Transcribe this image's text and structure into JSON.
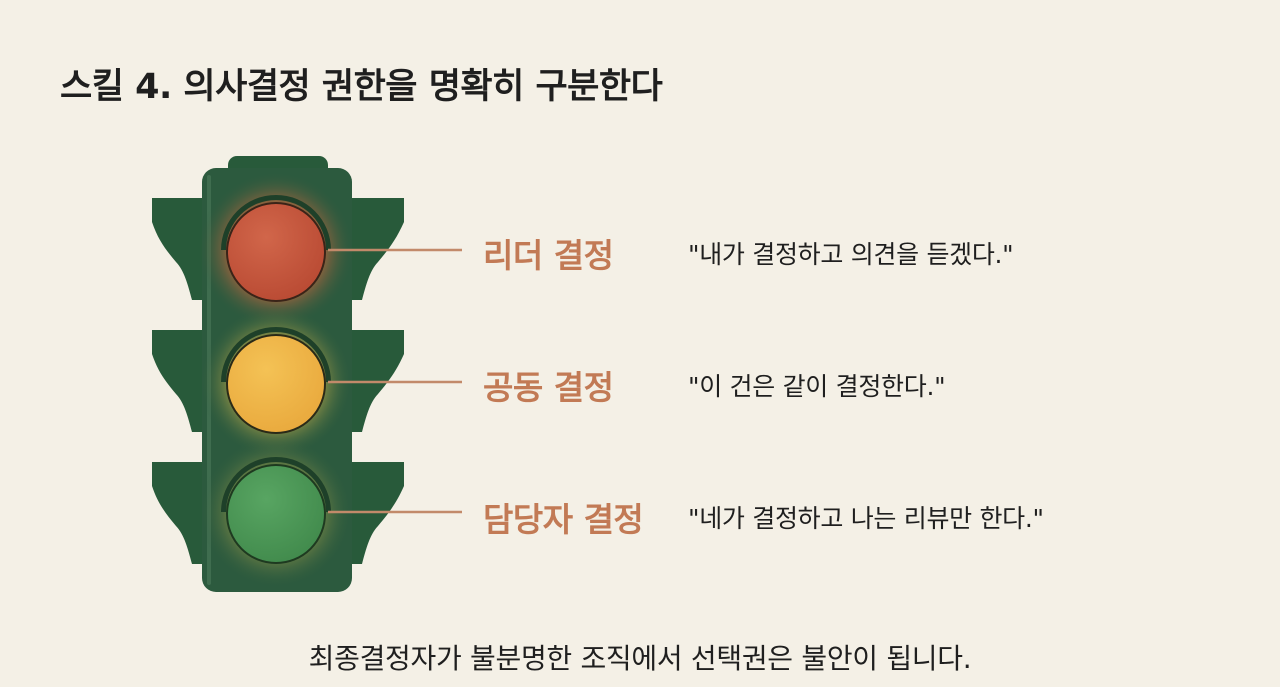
{
  "title": "스킬 4. 의사결정 권한을 명확히 구분한다",
  "colors": {
    "background": "#f4f0e6",
    "housing": "#2c5a3e",
    "housing_dark": "#1e4029",
    "red_light": "#c8573d",
    "yellow_light": "#f0b84a",
    "green_light": "#4e9a5a",
    "label_accent": "#c27a55",
    "text": "#1f1f1f"
  },
  "signals": [
    {
      "light": "red",
      "label": "리더 결정",
      "quote": "\"내가 결정하고 의견을 듣겠다.\""
    },
    {
      "light": "yellow",
      "label": "공동 결정",
      "quote": "\"이 건은 같이 결정한다.\""
    },
    {
      "light": "green",
      "label": "담당자 결정",
      "quote": "\"네가 결정하고 나는 리뷰만 한다.\""
    }
  ],
  "footer": "최종결정자가 불분명한 조직에서 선택권은 불안이 됩니다."
}
